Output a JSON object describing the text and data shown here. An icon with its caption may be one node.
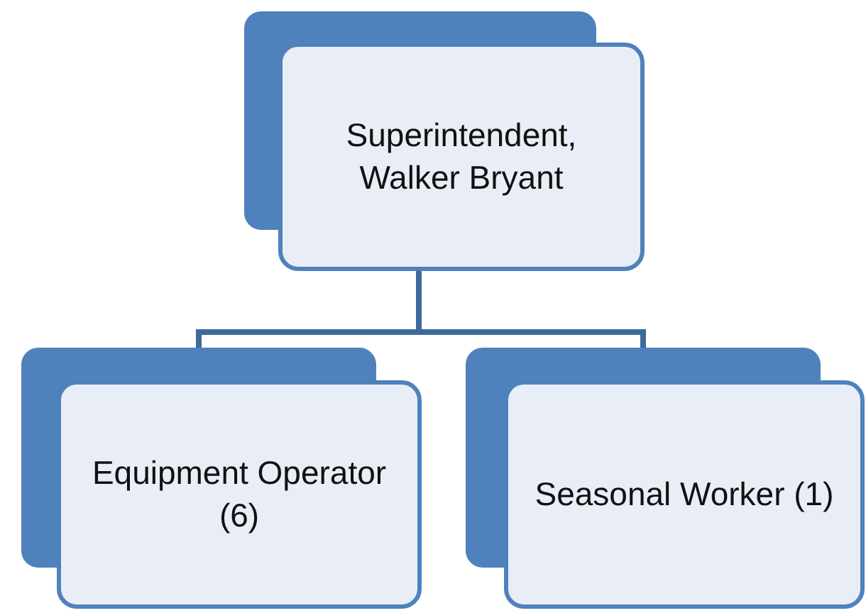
{
  "diagram": {
    "nodes": [
      {
        "text": [
          "Superintendent, Walker Bryant"
        ]
      },
      {
        "text": [
          "Equipment Operator (6)"
        ]
      },
      {
        "text": [
          "Seasonal Worker (1)"
        ]
      }
    ],
    "edges": [
      {
        "from": 0,
        "to": 1,
        "arrow": "none"
      },
      {
        "from": 0,
        "to": 2,
        "arrow": "none"
      }
    ]
  }
}
